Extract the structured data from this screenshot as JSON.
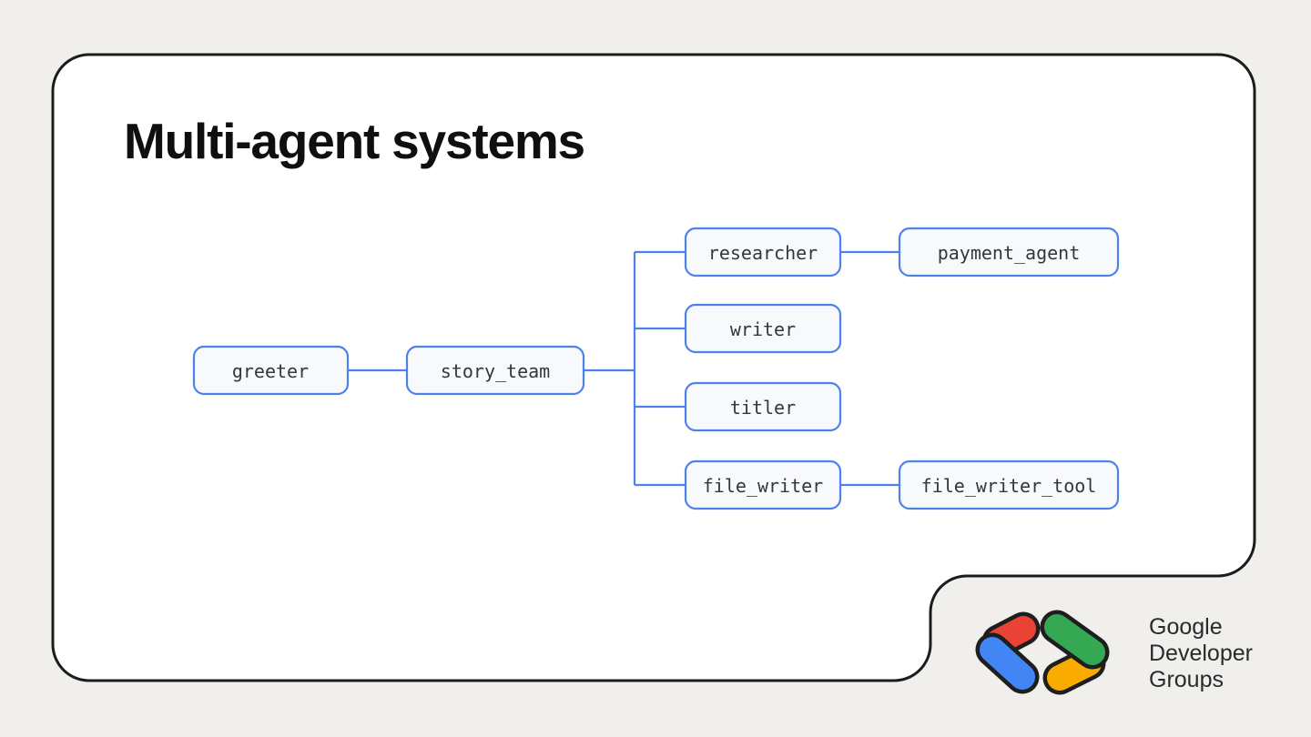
{
  "slide": {
    "title": "Multi-agent systems",
    "background_color": "#F1EFEC",
    "card_fill": "#FFFFFF",
    "card_stroke": "#1C1C1C"
  },
  "diagram": {
    "accent_color": "#4C82E9",
    "node_fill": "#F8F9FB",
    "node_text_color": "#33363A",
    "nodes": [
      {
        "id": "greeter",
        "label": "greeter"
      },
      {
        "id": "story_team",
        "label": "story_team"
      },
      {
        "id": "researcher",
        "label": "researcher"
      },
      {
        "id": "payment_agent",
        "label": "payment_agent"
      },
      {
        "id": "writer",
        "label": "writer"
      },
      {
        "id": "titler",
        "label": "titler"
      },
      {
        "id": "file_writer",
        "label": "file_writer"
      },
      {
        "id": "file_writer_tool",
        "label": "file_writer_tool"
      }
    ],
    "edges": [
      {
        "from": "greeter",
        "to": "story_team"
      },
      {
        "from": "story_team",
        "to": "researcher"
      },
      {
        "from": "story_team",
        "to": "writer"
      },
      {
        "from": "story_team",
        "to": "titler"
      },
      {
        "from": "story_team",
        "to": "file_writer"
      },
      {
        "from": "researcher",
        "to": "payment_agent"
      },
      {
        "from": "file_writer",
        "to": "file_writer_tool"
      }
    ]
  },
  "footer": {
    "logo": {
      "name": "google-developer-groups-logo",
      "text_lines": [
        "Google",
        "Developer",
        "Groups"
      ],
      "colors": {
        "red": "#EA4335",
        "blue": "#4285F4",
        "green": "#34A853",
        "yellow": "#F9AB00",
        "outline": "#1E1E1E"
      }
    }
  }
}
